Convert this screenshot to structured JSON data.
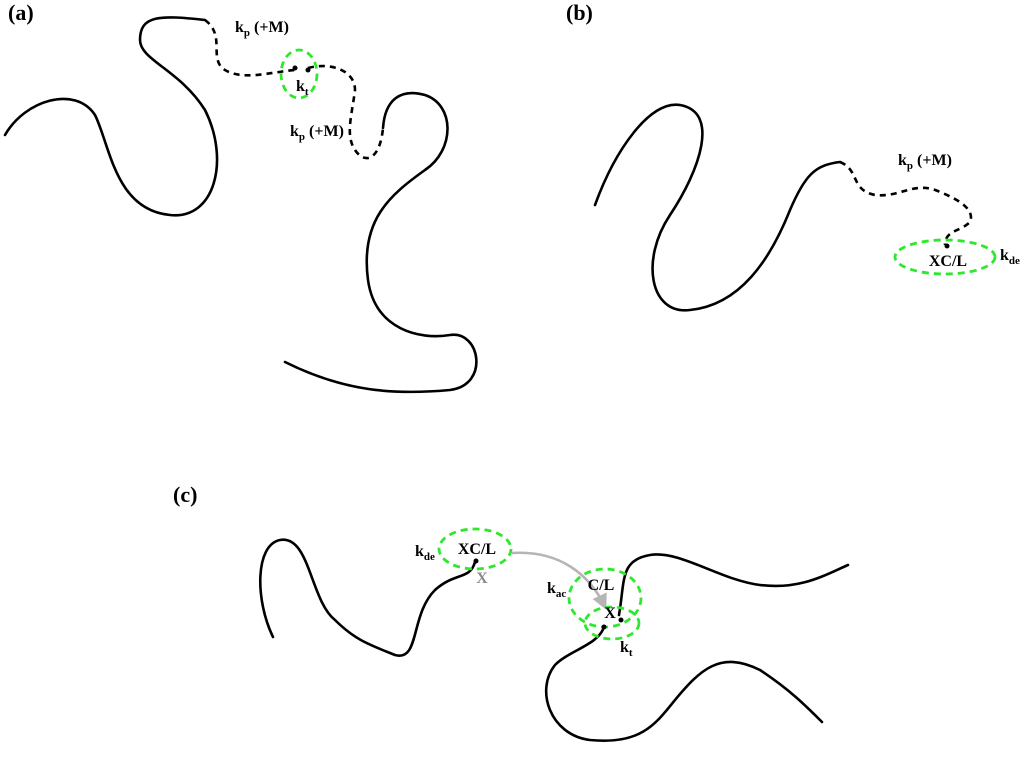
{
  "panels": {
    "a": {
      "label": "(a)",
      "kp_upper": {
        "k": "k",
        "sub": "p",
        "rest": " (+M)"
      },
      "kp_lower": {
        "k": "k",
        "sub": "p",
        "rest": " (+M)"
      },
      "kt": {
        "k": "k",
        "sub": "t"
      }
    },
    "b": {
      "label": "(b)",
      "kp": {
        "k": "k",
        "sub": "p",
        "rest": " (+M)"
      },
      "complex": "XC/L",
      "kde": {
        "k": "k",
        "sub": "de"
      }
    },
    "c": {
      "label": "(c)",
      "kde": {
        "k": "k",
        "sub": "de"
      },
      "complex_left": "XC/L",
      "x_left": "X",
      "kac": {
        "k": "k",
        "sub": "ac"
      },
      "complex_right": "C/L",
      "x_right": "X",
      "kt": {
        "k": "k",
        "sub": "t"
      }
    }
  },
  "colors": {
    "chain": "#000000",
    "catalyst": "#2ee82e",
    "transfer_arrow": "#b5b5b5"
  }
}
